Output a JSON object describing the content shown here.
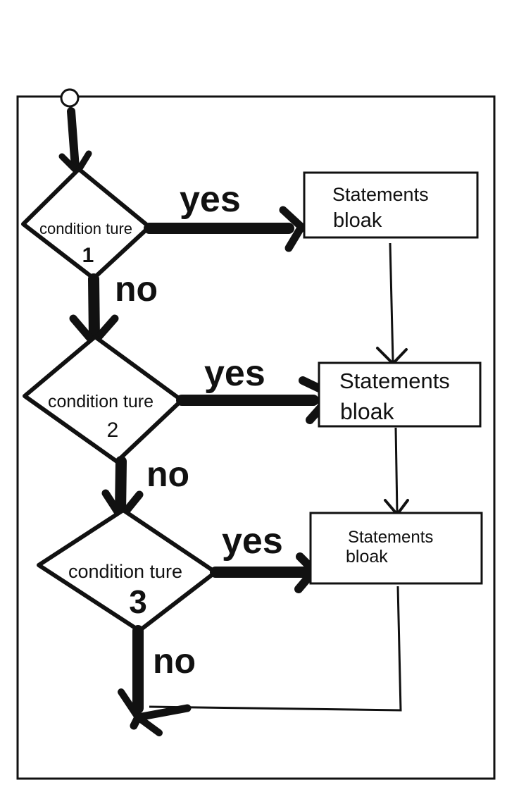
{
  "flowchart": {
    "conditions": [
      {
        "text": "condition ture",
        "number": "1"
      },
      {
        "text": "condition ture",
        "number": "2"
      },
      {
        "text": "condition ture",
        "number": "3"
      }
    ],
    "statements": [
      {
        "line1": "Statements",
        "line2": "bloak"
      },
      {
        "line1": "Statements",
        "line2": "bloak"
      },
      {
        "line1": "Statements",
        "line2": "bloak"
      }
    ],
    "yes_labels": [
      "yes",
      "yes",
      "yes"
    ],
    "no_labels": [
      "no",
      "no",
      "no"
    ],
    "stroke_color": "#111111"
  }
}
